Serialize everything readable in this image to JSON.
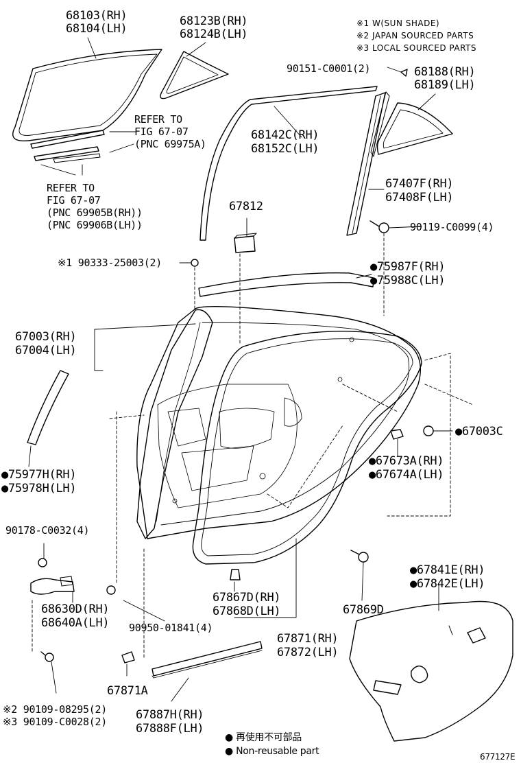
{
  "notes": {
    "n1": "※1 W(SUN SHADE)",
    "n2": "※2 JAPAN SOURCED PARTS",
    "n3": "※3 LOCAL SOURCED PARTS"
  },
  "parts": {
    "p68103": "68103(RH)",
    "p68104": "68104(LH)",
    "p68123b": "68123B(RH)",
    "p68124b": "68124B(LH)",
    "p90151": "90151-C0001(2)",
    "p68188": "68188(RH)",
    "p68189": "68189(LH)",
    "refer1a": "REFER TO",
    "refer1b": "FIG 67-07",
    "refer1c": "(PNC 69975A)",
    "p68142c": "68142C(RH)",
    "p68152c": "68152C(LH)",
    "refer2a": "REFER TO",
    "refer2b": "FIG 67-07",
    "refer2c": "(PNC 69905B(RH))",
    "refer2d": "(PNC 69906B(LH))",
    "p67407f": "67407F(RH)",
    "p67408f": "67408F(LH)",
    "p67812": "67812",
    "p90119": "90119-C0099(4)",
    "p90333": "※1 90333-25003(2)",
    "p75987f": "●75987F(RH)",
    "p75988c": "●75988C(LH)",
    "p67003": "67003(RH)",
    "p67004": "67004(LH)",
    "p67003c": "●67003C",
    "p67673a": "●67673A(RH)",
    "p67674a": "●67674A(LH)",
    "p75977h": "●75977H(RH)",
    "p75978h": "●75978H(LH)",
    "p90178": "90178-C0032(4)",
    "p67841e": "●67841E(RH)",
    "p67842e": "●67842E(LH)",
    "p68630d": "68630D(RH)",
    "p68640a": "68640A(LH)",
    "p67867d": "67867D(RH)",
    "p67868d": "67868D(LH)",
    "p67869d": "67869D",
    "p90950": "90950-01841(4)",
    "p67871": "67871(RH)",
    "p67872": "67872(LH)",
    "p67871a": "67871A",
    "p90109a": "※2 90109-08295(2)",
    "p90109b": "※3 90109-C0028(2)",
    "p67887h": "67887H(RH)",
    "p67888f": "67888F(LH)"
  },
  "legend": {
    "jp": "● 再使用不可部品",
    "en": "● Non-reusable part"
  },
  "figure_code": "677127E"
}
